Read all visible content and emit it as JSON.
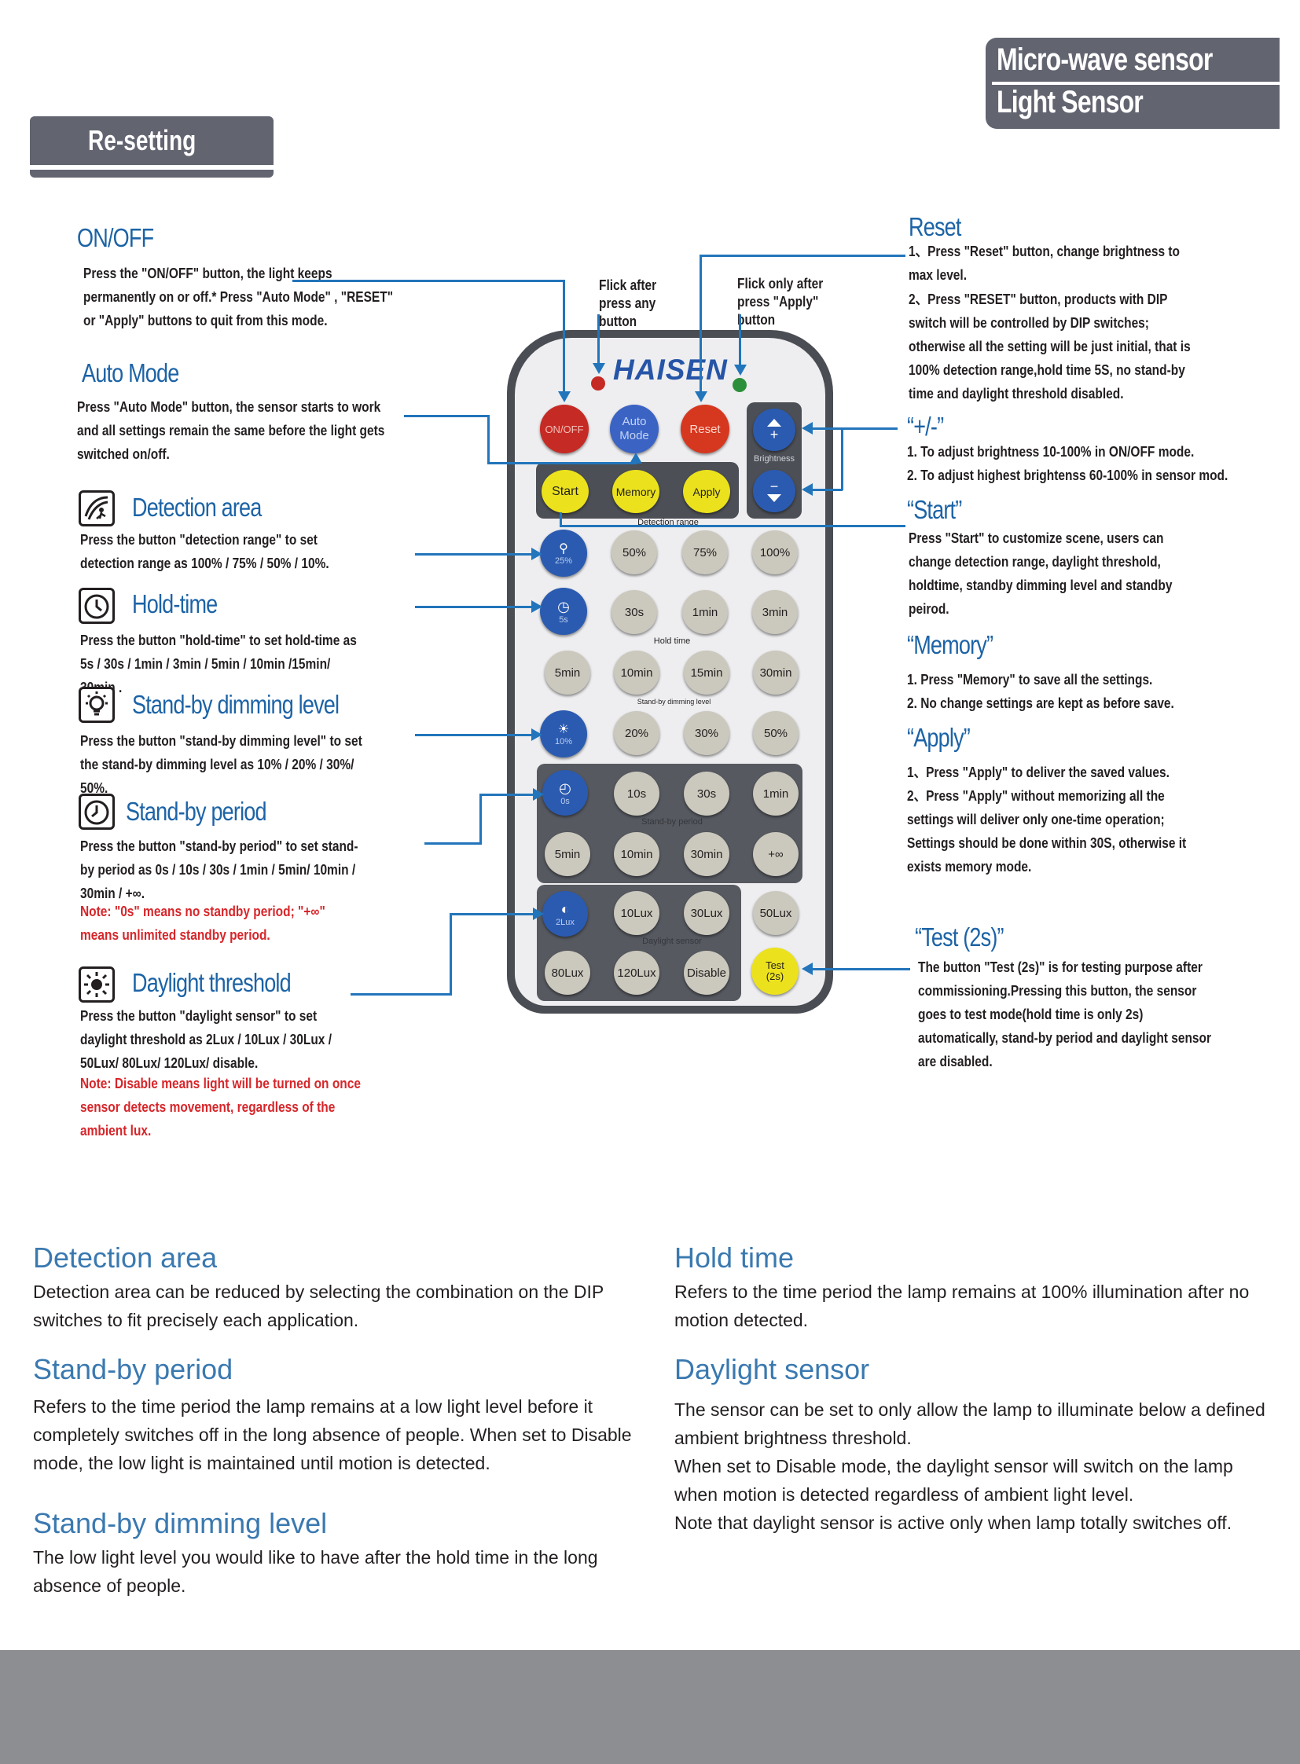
{
  "header": {
    "product_line1": "Micro-wave sensor",
    "product_line2": "Light Sensor",
    "section_tab": "Re-setting"
  },
  "left_sections": {
    "onoff": {
      "title": "ON/OFF",
      "text": "Press the \"ON/OFF\" button, the light keeps permanently on or off.* Press \"Auto Mode\" , \"RESET\" or \"Apply\" buttons to quit from this mode."
    },
    "auto_mode": {
      "title": "Auto Mode",
      "text": "Press \"Auto Mode\" button, the sensor starts to work and all settings remain the same before the light gets switched on/off."
    },
    "detection_area": {
      "title": "Detection area",
      "text": "Press the button \"detection range\" to set detection range as 100% / 75% / 50% / 10%."
    },
    "hold_time": {
      "title": "Hold-time",
      "text": "Press the button  \"hold-time\" to set hold-time as  5s / 30s / 1min / 3min / 5min / 10min /15min/ 30min ."
    },
    "standby_dimming": {
      "title": "Stand-by dimming level",
      "text": "Press the button  \"stand-by dimming level\" to set the stand-by dimming level as 10% / 20% / 30%/ 50%."
    },
    "standby_period": {
      "title": "Stand-by period",
      "text": "Press the button \"stand-by period\" to set stand-by period as 0s / 10s / 30s / 1min / 5min/ 10min / 30min / +∞.",
      "note": "Note: \"0s\" means no standby period; \"+∞\" means unlimited standby period."
    },
    "daylight_threshold": {
      "title": "Daylight threshold",
      "text": "Press the button \"daylight sensor\" to set daylight threshold as 2Lux / 10Lux / 30Lux / 50Lux/ 80Lux/ 120Lux/ disable.",
      "note": "Note: Disable means light will be turned on once sensor detects movement, regardless of the ambient lux."
    }
  },
  "right_sections": {
    "reset": {
      "title": "Reset",
      "item1": "1、Press \"Reset\" button, change brightness to max level.",
      "item2": "2、Press \"RESET\" button, products with DIP switch will be controlled by DIP switches; otherwise all the setting will be just initial, that is 100% detection range,hold time 5S, no stand-by time and daylight threshold disabled."
    },
    "plus_minus": {
      "title": "“+/-”",
      "item1": "1. To adjust brightness 10-100% in ON/OFF mode.",
      "item2": "2. To adjust highest brightenss 60-100% in sensor mod."
    },
    "start": {
      "title": "“Start”",
      "text": "Press \"Start\" to customize scene, users can change detection range, daylight threshold, holdtime, standby dimming level and standby peirod."
    },
    "memory": {
      "title": "“Memory”",
      "item1": "1. Press \"Memory\" to save all the settings.",
      "item2": "2. No change settings are kept as before save."
    },
    "apply": {
      "title": "“Apply”",
      "item1": "1、Press \"Apply\" to deliver the saved values.",
      "item2": "2、Press \"Apply\" without memorizing all the settings will deliver only one-time operation; Settings should be done within 30S, otherwise it exists memory mode."
    },
    "test": {
      "title": "“Test (2s)”",
      "text": "The button \"Test (2s)\" is for testing purpose after commissioning.Pressing this button, the sensor goes to test mode(hold time is only 2s) automatically, stand-by period and daylight sensor are disabled."
    }
  },
  "callouts": {
    "flick_any": "Flick after press any button",
    "flick_apply": "Flick only after press \"Apply\" button"
  },
  "remote": {
    "brand": "HAISEN",
    "onoff": "ON/OFF",
    "auto": "Auto Mode",
    "reset": "Reset",
    "brightness": "Brightness",
    "plus": "+",
    "minus": "−",
    "start": "Start",
    "memory": "Memory",
    "apply": "Apply",
    "detection_label": "Detection range",
    "det_icon": "25%",
    "det_values": [
      "50%",
      "75%",
      "100%"
    ],
    "hold_label": "Hold time",
    "hold_icon": "5s",
    "hold_row1": [
      "30s",
      "1min",
      "3min"
    ],
    "hold_row2": [
      "5min",
      "10min",
      "15min",
      "30min"
    ],
    "dim_label": "Stand-by dimming level",
    "dim_icon": "10%",
    "dim_values": [
      "20%",
      "30%",
      "50%"
    ],
    "period_label": "Stand-by period",
    "period_icon": "0s",
    "period_row1": [
      "10s",
      "30s",
      "1min"
    ],
    "period_row2": [
      "5min",
      "10min",
      "30min",
      "+∞"
    ],
    "day_label": "Daylight sensor",
    "day_icon": "2Lux",
    "day_row1": [
      "10Lux",
      "30Lux",
      "50Lux"
    ],
    "day_row2": [
      "80Lux",
      "120Lux",
      "Disable"
    ],
    "test": "Test (2s)"
  },
  "bottom": {
    "detection_title": "Detection area",
    "detection_text": "Detection area can be reduced by selecting  the combination on the DIP switches to fit precisely each application.",
    "hold_title": "Hold time",
    "hold_text": "Refers to the time period the lamp remains at 100% illumination after no motion detected.",
    "period_title": "Stand-by period",
    "period_text": "Refers to the time period the lamp remains at a low light level before it completely switches off in the long absence of people. When set to Disable mode, the low light is maintained until motion is detected.",
    "daylight_title": "Daylight sensor",
    "daylight_text1": "The sensor can be set to only allow the lamp to illuminate below a defined ambient brightness threshold.",
    "daylight_text2": "When set to Disable mode, the daylight sensor will switch on the lamp when motion is detected regardless of ambient light level.",
    "daylight_text3": "Note that daylight sensor is active only when lamp totally switches off.",
    "dimming_title": "Stand-by dimming level",
    "dimming_text": "The low light level you would like to have after the hold time in the long absence of people."
  },
  "colors": {
    "header_grey": "#626470",
    "title_blue": "#1c63a6",
    "line_blue": "#2275bb",
    "note_red": "#d7262a",
    "footer_grey": "#8d8e92"
  }
}
